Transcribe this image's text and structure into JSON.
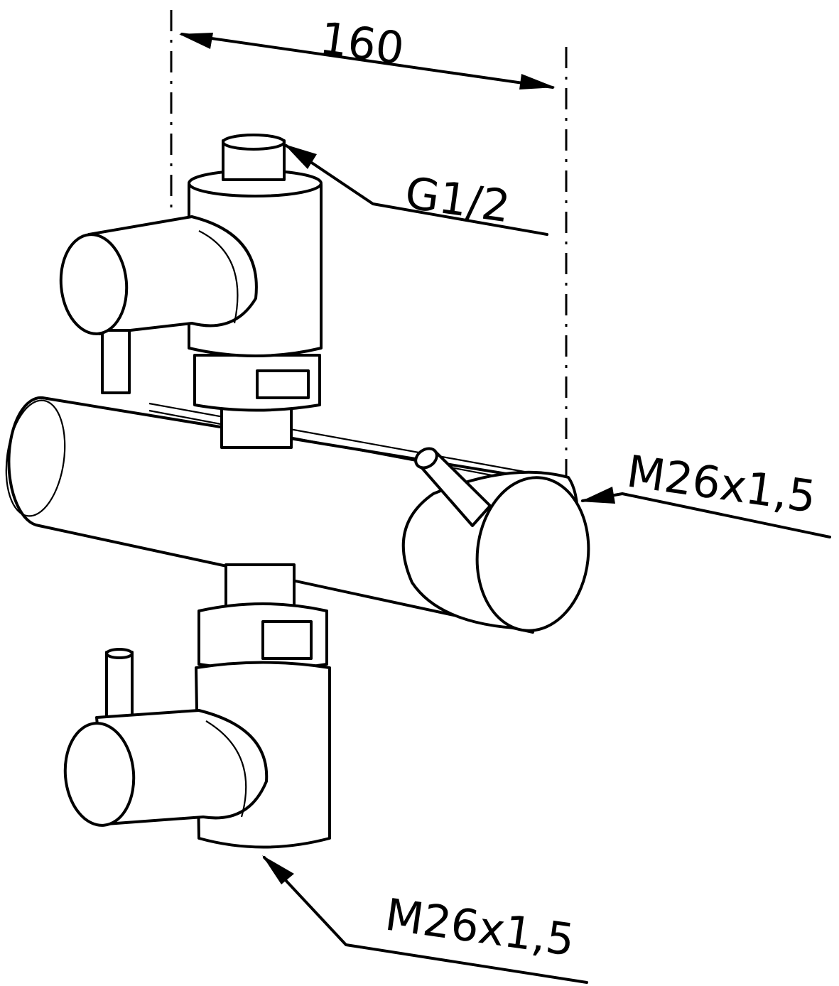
{
  "dimensions": {
    "width_label": "160",
    "inlet_thread": "G1/2",
    "side_outlet_thread": "M26x1,5",
    "bottom_outlet_thread": "M26x1,5"
  }
}
